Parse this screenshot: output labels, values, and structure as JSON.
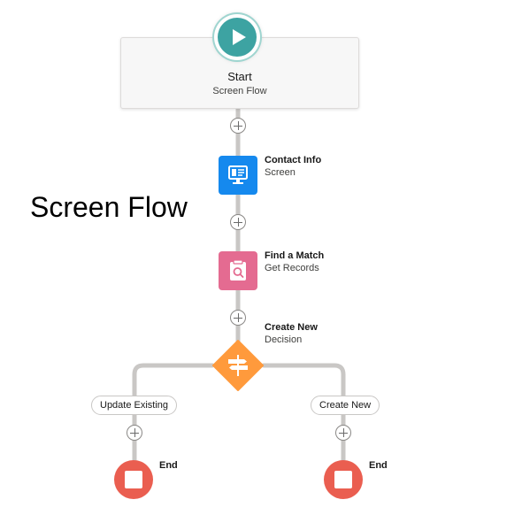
{
  "overlay_title": "Screen Flow",
  "start": {
    "label": "Start",
    "type": "Screen Flow"
  },
  "nodes": [
    {
      "title": "Contact Info",
      "type": "Screen",
      "color": "#1589ee",
      "icon": "screen-icon"
    },
    {
      "title": "Find a Match",
      "type": "Get Records",
      "color": "#e46b91",
      "icon": "get-records-icon"
    },
    {
      "title": "Create New",
      "type": "Decision",
      "color": "#ff9a3c",
      "icon": "decision-icon"
    }
  ],
  "branches": {
    "left": {
      "label": "Update Existing",
      "end": "End"
    },
    "right": {
      "label": "Create New",
      "end": "End"
    }
  },
  "colors": {
    "start": "#3da3a2",
    "end": "#ea5e50",
    "connector": "#c9c7c5"
  }
}
